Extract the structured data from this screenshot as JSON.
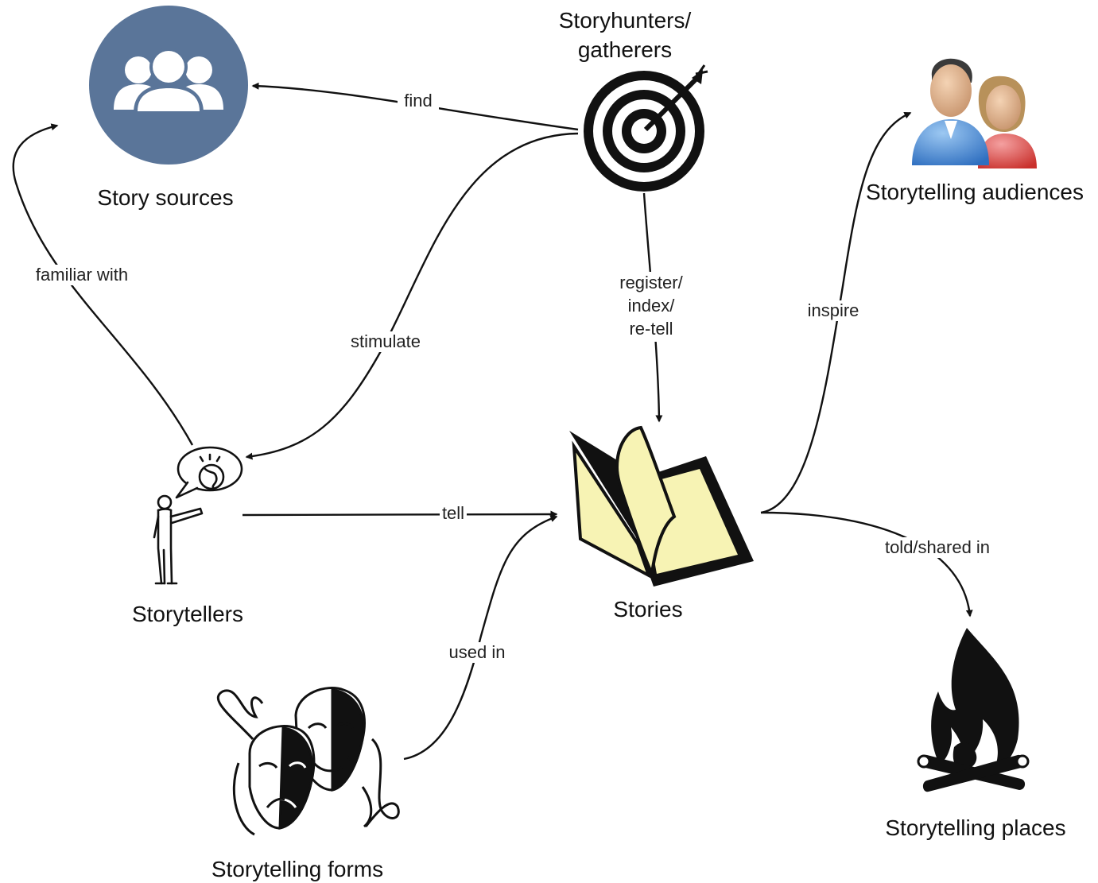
{
  "nodes": {
    "story_sources": {
      "label": "Story sources",
      "icon": "people-group-icon",
      "color": "#5a7599"
    },
    "storyhunters": {
      "label_line1": "Storyhunters/",
      "label_line2": "gatherers",
      "icon": "target-icon"
    },
    "storytelling_audiences": {
      "label": "Storytelling audiences",
      "icon": "audience-people-icon"
    },
    "storytellers": {
      "label": "Storytellers",
      "icon": "speaking-person-icon"
    },
    "stories": {
      "label": "Stories",
      "icon": "open-book-icon",
      "color": "#f7f3b4"
    },
    "storytelling_forms": {
      "label": "Storytelling forms",
      "icon": "theater-masks-icon"
    },
    "storytelling_places": {
      "label": "Storytelling places",
      "icon": "campfire-icon"
    }
  },
  "edges": {
    "find": "find",
    "familiar_with": "familiar with",
    "stimulate": "stimulate",
    "register_line1": "register/",
    "register_line2": "index/",
    "register_line3": "re-tell",
    "inspire": "inspire",
    "tell": "tell",
    "used_in": "used in",
    "told_shared_in": "told/shared in"
  }
}
